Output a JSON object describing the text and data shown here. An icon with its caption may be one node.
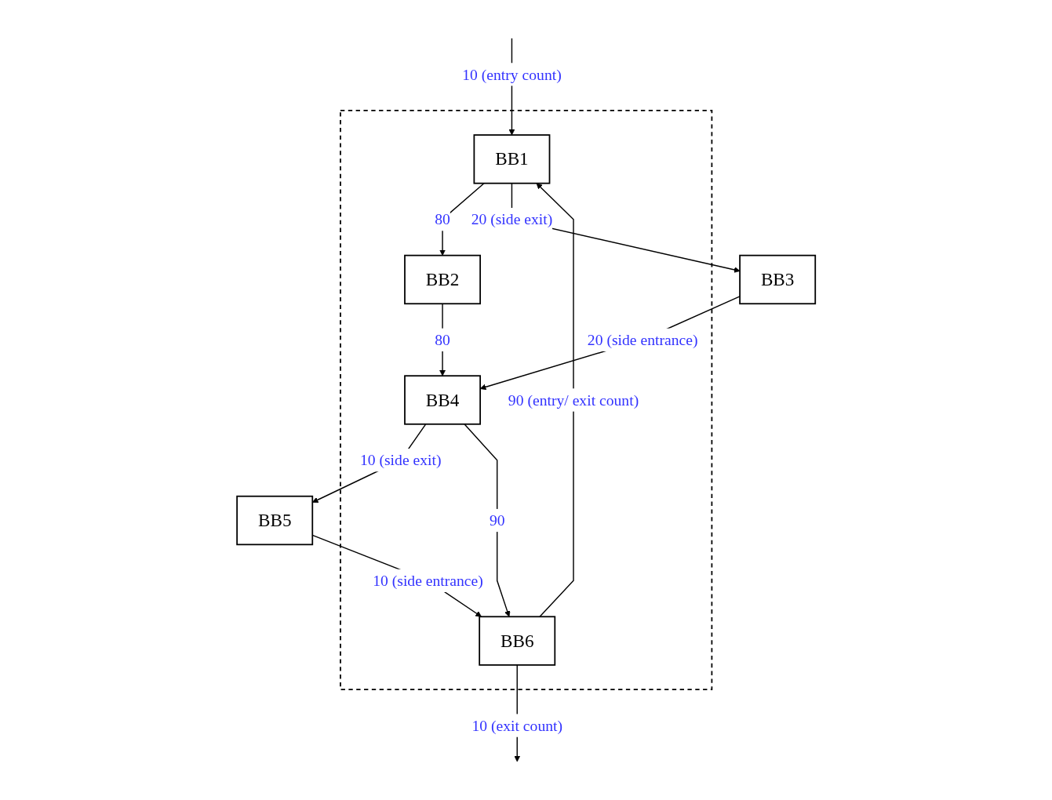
{
  "diagram": {
    "nodes": [
      {
        "text": [],
        "shape": "box"
      },
      {
        "text": [
          "BB1"
        ],
        "in": 0
      },
      {
        "text": [
          "BB2"
        ],
        "in": 0
      },
      {
        "text": [
          "BB3"
        ]
      },
      {
        "text": [
          "BB4"
        ],
        "in": 0
      },
      {
        "text": [
          "BB5"
        ]
      },
      {
        "text": [
          "BB6"
        ],
        "in": 0
      }
    ],
    "edges": [
      {
        "from": null,
        "to": 1,
        "arrow": "to",
        "label": "10 (entry count)"
      },
      {
        "from": 1,
        "to": 2,
        "arrow": "to",
        "label": "80"
      },
      {
        "from": 1,
        "to": 3,
        "arrow": "to",
        "label": "20 (side exit)"
      },
      {
        "from": 2,
        "to": 4,
        "arrow": "to",
        "label": "80"
      },
      {
        "from": 3,
        "to": 4,
        "arrow": "to",
        "label": "20 (side entrance)"
      },
      {
        "from": 4,
        "to": 5,
        "arrow": "to",
        "label": "10 (side exit)"
      },
      {
        "from": 4,
        "to": 6,
        "arrow": "to",
        "label": "90"
      },
      {
        "from": 5,
        "to": 6,
        "arrow": "to",
        "label": "10 (side entrance)"
      },
      {
        "from": 6,
        "to": 1,
        "arrow": "to",
        "label": "90 (entry/ exit count)"
      },
      {
        "from": 6,
        "to": null,
        "arrow": "to",
        "label": "10 (exit count)"
      }
    ]
  }
}
